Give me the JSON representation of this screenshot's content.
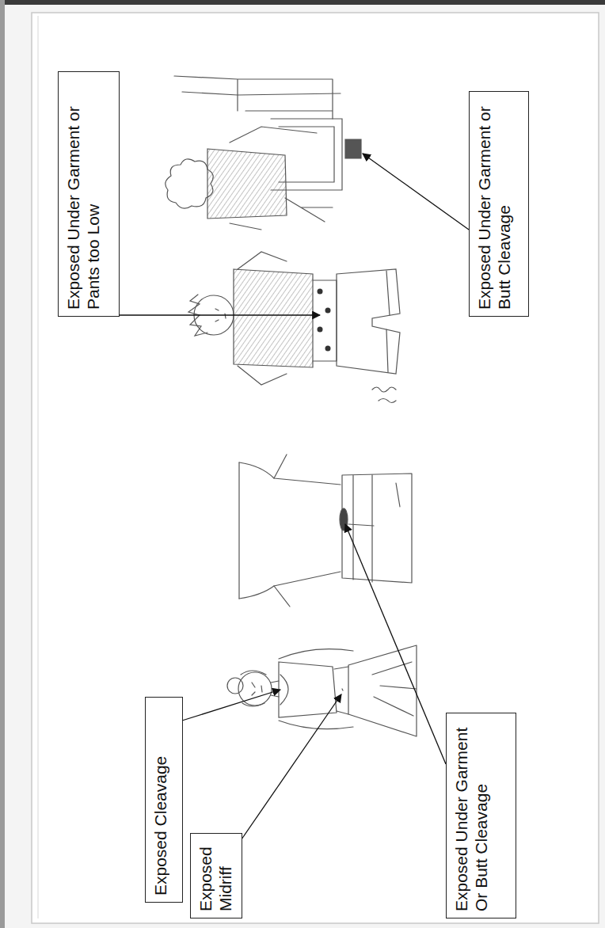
{
  "diagram": {
    "nodes": [
      {
        "text": [
          "Exposed Cleavage"
        ]
      },
      {
        "text": [
          "Exposed Midriff"
        ]
      },
      {
        "text": [
          "Exposed Under Garment Or Butt Cleavage"
        ]
      },
      {
        "text": [
          "Exposed Under Garment or Pants too Low"
        ]
      },
      {
        "text": [
          "Exposed Under Garment or Butt Cleavage"
        ]
      }
    ]
  }
}
